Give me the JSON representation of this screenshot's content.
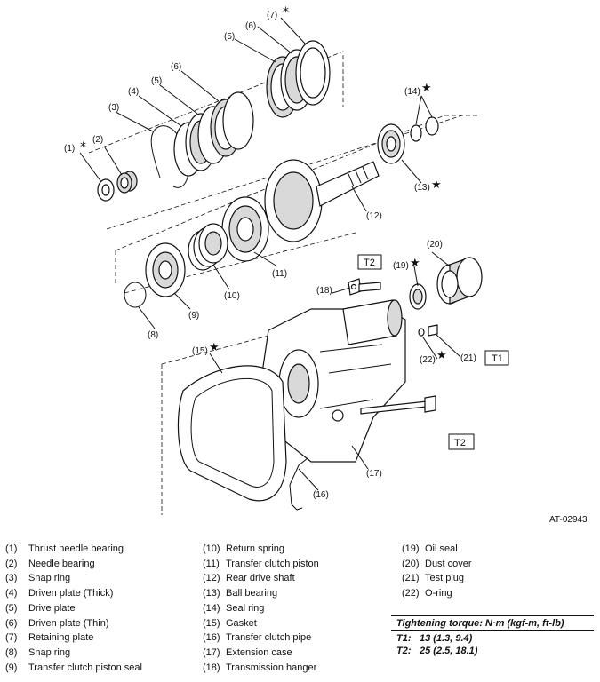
{
  "figure_code": "AT-02943",
  "callouts": {
    "c1": "(1)",
    "c2": "(2)",
    "c3": "(3)",
    "c4": "(4)",
    "c5a": "(5)",
    "c5b": "(5)",
    "c6a": "(6)",
    "c6b": "(6)",
    "c7": "(7)",
    "c8": "(8)",
    "c9": "(9)",
    "c10": "(10)",
    "c11": "(11)",
    "c12": "(12)",
    "c13": "(13)",
    "c14": "(14)",
    "c15": "(15)",
    "c16": "(16)",
    "c17": "(17)",
    "c18": "(18)",
    "c19": "(19)",
    "c20": "(20)",
    "c21": "(21)",
    "c22": "(22)"
  },
  "torque_tags": {
    "t2_top": "T2",
    "t1": "T1",
    "t2_bottom": "T2"
  },
  "marks": {
    "star": "★",
    "asterisk": "*"
  },
  "legend": {
    "col1": [
      {
        "num": "(1)",
        "name": "Thrust needle bearing"
      },
      {
        "num": "(2)",
        "name": "Needle bearing"
      },
      {
        "num": "(3)",
        "name": "Snap ring"
      },
      {
        "num": "(4)",
        "name": "Driven plate (Thick)"
      },
      {
        "num": "(5)",
        "name": "Drive plate"
      },
      {
        "num": "(6)",
        "name": "Driven plate (Thin)"
      },
      {
        "num": "(7)",
        "name": "Retaining plate"
      },
      {
        "num": "(8)",
        "name": "Snap ring"
      },
      {
        "num": "(9)",
        "name": "Transfer clutch piston seal"
      }
    ],
    "col2": [
      {
        "num": "(10)",
        "name": "Return spring"
      },
      {
        "num": "(11)",
        "name": "Transfer clutch piston"
      },
      {
        "num": "(12)",
        "name": "Rear drive shaft"
      },
      {
        "num": "(13)",
        "name": "Ball bearing"
      },
      {
        "num": "(14)",
        "name": "Seal ring"
      },
      {
        "num": "(15)",
        "name": "Gasket"
      },
      {
        "num": "(16)",
        "name": "Transfer clutch pipe"
      },
      {
        "num": "(17)",
        "name": "Extension case"
      },
      {
        "num": "(18)",
        "name": "Transmission hanger"
      }
    ],
    "col3": [
      {
        "num": "(19)",
        "name": "Oil seal"
      },
      {
        "num": "(20)",
        "name": "Dust cover"
      },
      {
        "num": "(21)",
        "name": "Test plug"
      },
      {
        "num": "(22)",
        "name": "O-ring"
      }
    ]
  },
  "torque": {
    "title": "Tightening torque: N·m (kgf-m, ft-lb)",
    "rows": [
      {
        "key": "T1:",
        "value": "13 (1.3, 9.4)"
      },
      {
        "key": "T2:",
        "value": "25 (2.5, 18.1)"
      }
    ]
  }
}
